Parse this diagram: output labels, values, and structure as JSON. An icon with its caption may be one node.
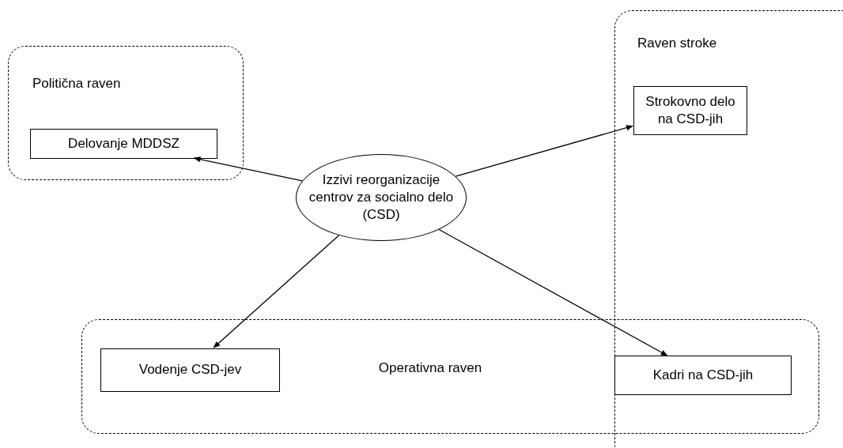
{
  "diagram": {
    "nodes": [
      {
        "text": [
          "Politična raven"
        ]
      },
      {
        "text": [
          "Delovanje MDDSZ"
        ],
        "in": 0
      },
      {
        "text": [
          "Raven stroke"
        ]
      },
      {
        "text": [
          "Strokovno delo na CSD-jih"
        ],
        "in": 2
      },
      {
        "text": [
          "Izzivi reorganizacije centrov za socialno delo (CSD)"
        ]
      },
      {
        "text": [
          "Operativna raven"
        ]
      },
      {
        "text": [
          "Vodenje CSD-jev"
        ],
        "in": 5
      },
      {
        "text": [
          "Kadri na CSD-jih"
        ]
      }
    ],
    "edges": [
      {
        "from": 4,
        "to": 1,
        "arrow": "to"
      },
      {
        "from": 4,
        "to": 3,
        "arrow": "to"
      },
      {
        "from": 4,
        "to": 6,
        "arrow": "to"
      },
      {
        "from": 4,
        "to": 7,
        "arrow": "to"
      }
    ]
  }
}
